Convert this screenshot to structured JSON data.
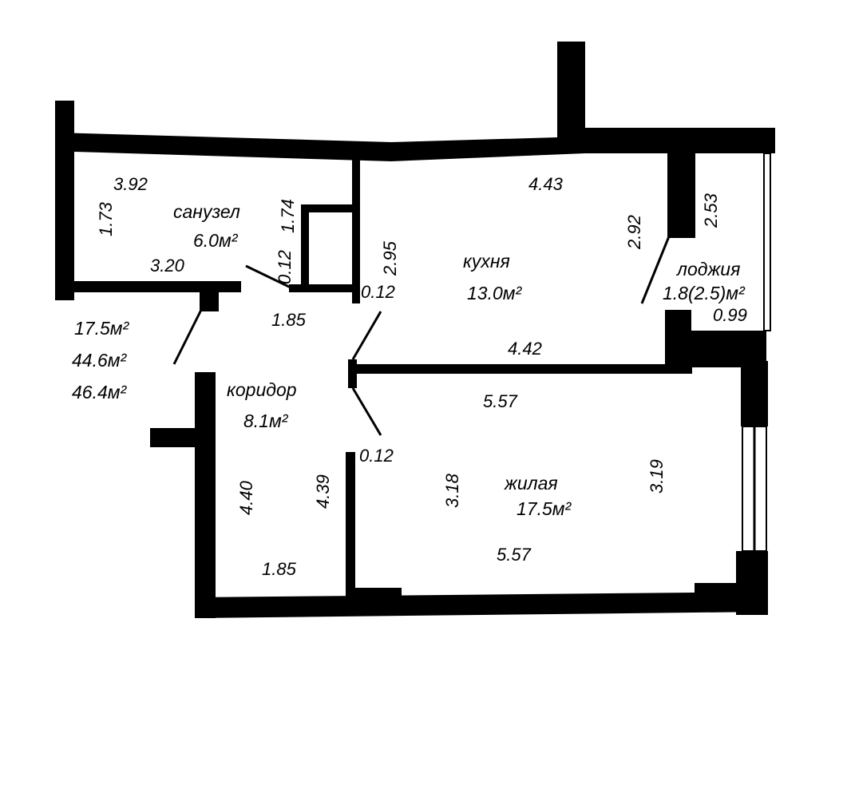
{
  "rooms": {
    "bathroom": {
      "name": "санузел",
      "area": "6.0м²"
    },
    "kitchen": {
      "name": "кухня",
      "area": "13.0м²"
    },
    "loggia": {
      "name": "лоджия",
      "area": "1.8(2.5)м²"
    },
    "corridor": {
      "name": "коридор",
      "area": "8.1м²"
    },
    "living": {
      "name": "жилая",
      "area": "17.5м²"
    }
  },
  "totals": {
    "living_area": "17.5м²",
    "total_area": "44.6м²",
    "total_with_loggia": "46.4м²"
  },
  "dimensions": {
    "bath_top": "3.92",
    "bath_left": "1.73",
    "bath_bottom": "3.20",
    "bath_right": "1.74",
    "bath_wall": "0.12",
    "kitchen_top": "4.43",
    "kitchen_left": "2.95",
    "kitchen_right": "2.92",
    "kitchen_bottom": "4.42",
    "kitchen_wall": "0.12",
    "loggia_side": "2.53",
    "loggia_width": "0.99",
    "corridor_top": "1.85",
    "corridor_left": "4.40",
    "corridor_right": "4.39",
    "corridor_bottom": "1.85",
    "living_wall": "0.12",
    "living_top": "5.57",
    "living_left": "3.18",
    "living_right": "3.19",
    "living_bottom": "5.57"
  }
}
